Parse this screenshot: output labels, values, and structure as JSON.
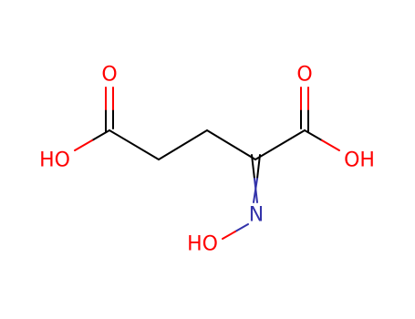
{
  "molecule": {
    "colors": {
      "carbon": "#000000",
      "oxygen": "#ff0000",
      "nitrogen": "#3333aa",
      "background": "#ffffff"
    },
    "labels": {
      "left_carbonyl_o": "O",
      "left_hydroxyl": "HO",
      "right_carbonyl_o": "O",
      "right_hydroxyl": "OH",
      "nitrogen": "N",
      "oxime_hydroxyl": "HO"
    }
  }
}
